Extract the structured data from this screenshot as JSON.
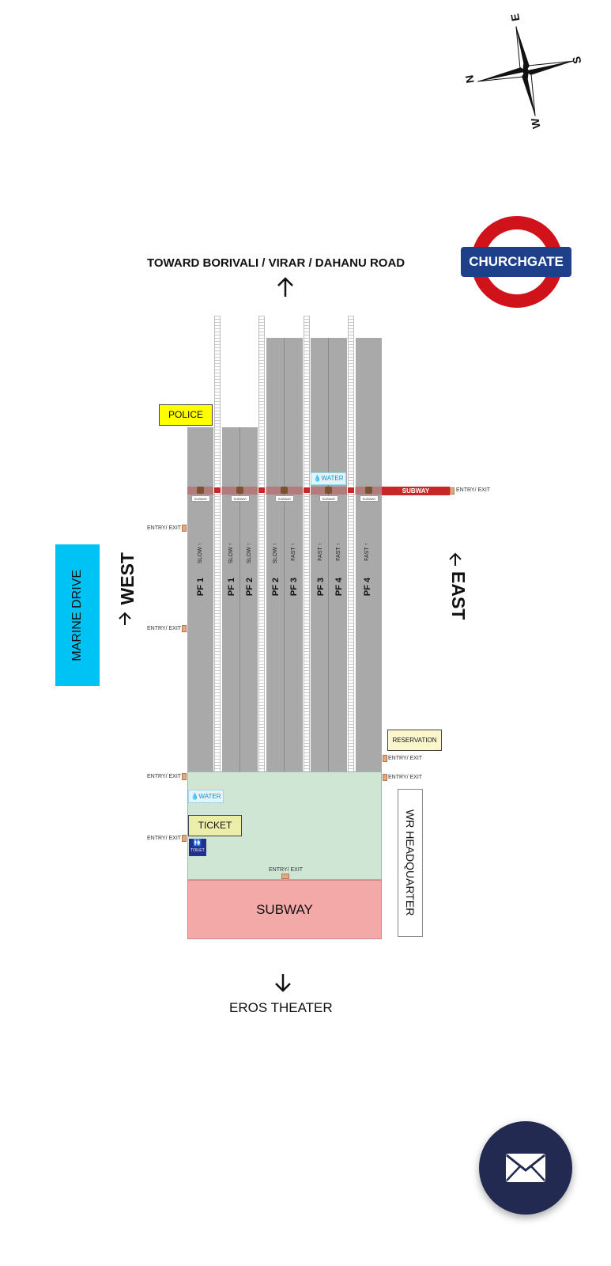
{
  "compass": {
    "north": "N",
    "east": "E",
    "south": "S",
    "west": "W"
  },
  "station_logo": {
    "name": "CHURCHGATE",
    "ring_color": "#d0121b",
    "bar_color": "#1e3f8a"
  },
  "toward_north": "TOWARD BORIVALI / VIRAR / DAHANU ROAD",
  "toward_south": "EROS THEATER",
  "west_label": "WEST",
  "east_label": "EAST",
  "marine_drive": "MARINE DRIVE",
  "police": "POLICE",
  "subway_top": "SUBWAY",
  "subway_chip": "SUBWAY",
  "entry_exit": "ENTRY/ EXIT",
  "water": "WATER",
  "reservation": "RESERVATION",
  "ticket": "TICKET",
  "toilet": "TOILET",
  "wr_headquarter": "WR HEADQUARTER",
  "subway_bottom": "SUBWAY",
  "platforms": [
    {
      "name": "PF 1",
      "dir": "SLOW ↑"
    },
    {
      "name": "PF 1",
      "dir": "SLOW ↑"
    },
    {
      "name": "PF 2",
      "dir": "SLOW ↑"
    },
    {
      "name": "PF 2",
      "dir": "SLOW ↑"
    },
    {
      "name": "PF 3",
      "dir": "FAST ↑"
    },
    {
      "name": "PF 3",
      "dir": "FAST ↑"
    },
    {
      "name": "PF 4",
      "dir": "FAST ↑"
    },
    {
      "name": "PF 4",
      "dir": "FAST ↑"
    }
  ],
  "colors": {
    "concourse": "#cfe6d4",
    "subway_box": "#f4a9a9",
    "police_bg": "#ffff00",
    "marine_bg": "#00c3f5",
    "mail_fab": "#232a52"
  }
}
